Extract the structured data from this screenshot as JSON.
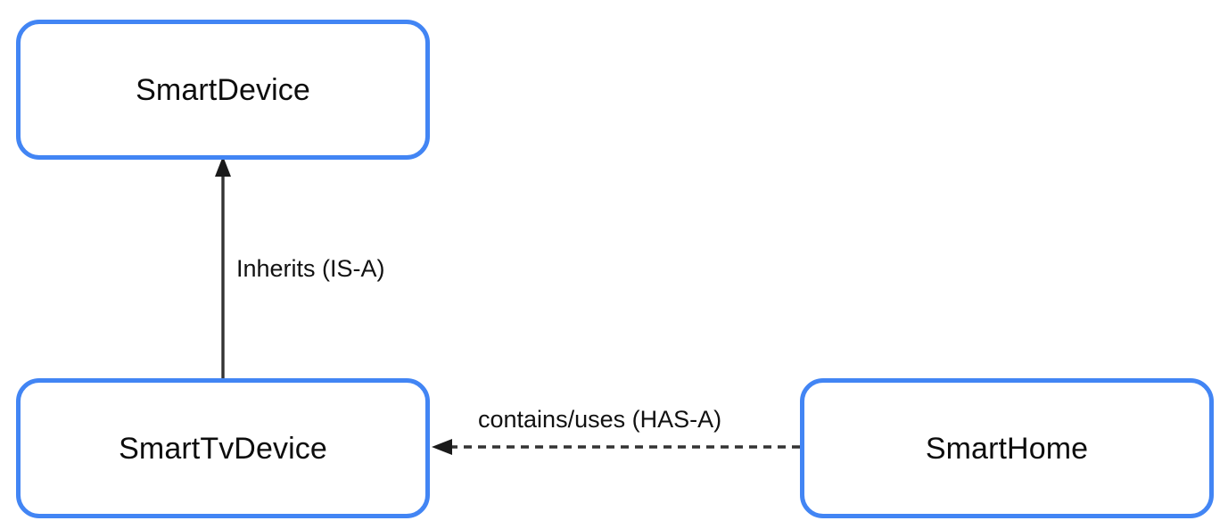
{
  "diagram": {
    "type": "class-relationship-diagram",
    "background_color": "#ffffff",
    "node_border_color": "#4285f4",
    "node_fill_color": "#ffffff",
    "edge_color": "#333333",
    "label_text_color": "#111111",
    "nodes": [
      {
        "id": "smartdevice",
        "label": "SmartDevice"
      },
      {
        "id": "smarttvdevice",
        "label": "SmartTvDevice"
      },
      {
        "id": "smarthome",
        "label": "SmartHome"
      }
    ],
    "edges": [
      {
        "id": "inherits",
        "label": "Inherits (IS-A)",
        "from": "SmartTvDevice",
        "to": "SmartDevice",
        "style": "solid",
        "arrowhead": "filled-triangle",
        "direction": "up"
      },
      {
        "id": "contains",
        "label": "contains/uses (HAS-A)",
        "from": "SmartHome",
        "to": "SmartTvDevice",
        "style": "dashed",
        "arrowhead": "filled-triangle",
        "direction": "left"
      }
    ]
  }
}
